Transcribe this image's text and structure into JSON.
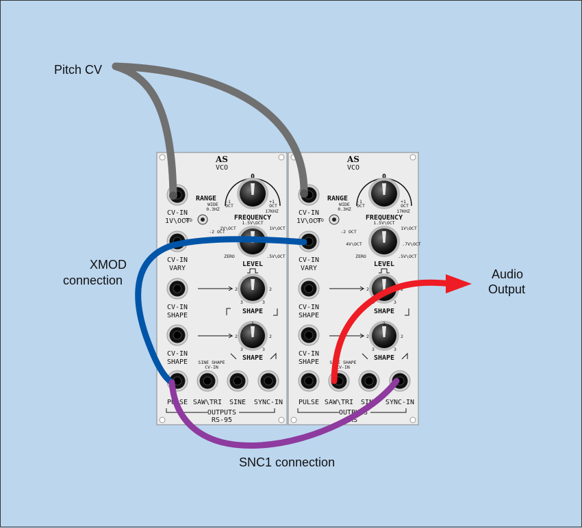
{
  "callouts": {
    "pitch_cv": "Pitch CV",
    "xmod_line1": "XMOD",
    "xmod_line2": "connection",
    "audio_line1": "Audio",
    "audio_line2": "Output",
    "snc1": "SNC1 connection"
  },
  "module": {
    "logo": "AS",
    "title": "VCO",
    "range": "RANGE",
    "range_wide": "WIDE",
    "range_wide_value": "0.3HZ",
    "range_std": "STD",
    "minus2oct": "-2 OCT",
    "dial_zero": "0",
    "dial_minus": "-1",
    "dial_plus": "+1",
    "dial_oct": "OCT",
    "dial_hi": "17KHZ",
    "frequency": "FREQUENCY",
    "freq_sub": "1.5V\\OCT",
    "freq_2v": "2V\\OCT",
    "freq_1v": "1V\\OCT",
    "freq_zero": "ZERO",
    "freq_5v": ".5V\\OCT",
    "level": "LEVEL",
    "shape": "SHAPE",
    "k1": "1",
    "k2": "2",
    "k3": "3",
    "jack_cvin": "CV-IN",
    "jack_1voct": "1V\\OCT",
    "jack_vary": "VARY",
    "jack_shape": "SHAPE",
    "sine_shape": "SINE SHAPE",
    "sine_cvin": "CV-IN",
    "out_pulse": "PULSE",
    "out_sawtri": "SAW\\TRI",
    "out_sine": "SINE",
    "out_sync": "SYNC-IN",
    "outputs": "OUTPUTS",
    "model_left": "RS-95",
    "model_right": "RS"
  },
  "right_module": {
    "freq_4v": "4V\\OCT",
    "freq_7v": ".7V\\OCT"
  },
  "colors": {
    "background": "#bcd6ee",
    "panel": "#ececec",
    "pitch_cable": "#707070",
    "xmod_cable": "#0055a8",
    "audio_cable": "#ee1c24",
    "snc1_cable": "#8e3a9e"
  }
}
